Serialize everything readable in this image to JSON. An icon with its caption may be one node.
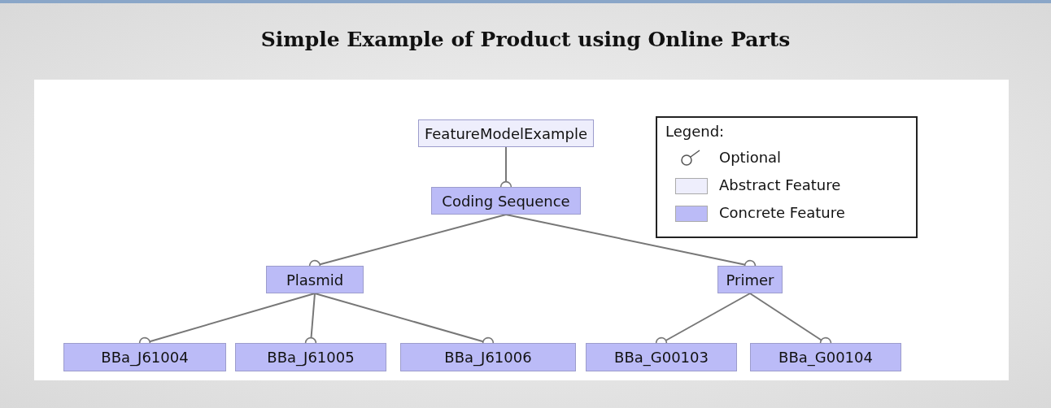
{
  "diagram": {
    "title": "Simple Example of Product using Online Parts",
    "nodes": [
      {
        "text": [
          "FeatureModelExample"
        ]
      },
      {
        "text": [
          "Coding Sequence"
        ]
      },
      {
        "text": [
          "Plasmid"
        ]
      },
      {
        "text": [
          "Primer"
        ]
      },
      {
        "text": [
          "BBa_J61004"
        ]
      },
      {
        "text": [
          "BBa_J61005"
        ]
      },
      {
        "text": [
          "BBa_J61006"
        ]
      },
      {
        "text": [
          "BBa_G00103"
        ]
      },
      {
        "text": [
          "BBa_G00104"
        ]
      }
    ],
    "edges": [
      {
        "from": 0,
        "to": 1,
        "arrow": "other"
      },
      {
        "from": 1,
        "to": 2,
        "arrow": "other"
      },
      {
        "from": 1,
        "to": 3,
        "arrow": "other"
      },
      {
        "from": 2,
        "to": 4,
        "arrow": "other"
      },
      {
        "from": 2,
        "to": 5,
        "arrow": "other"
      },
      {
        "from": 2,
        "to": 6,
        "arrow": "other"
      },
      {
        "from": 3,
        "to": 7,
        "arrow": "other"
      },
      {
        "from": 3,
        "to": 8,
        "arrow": "other"
      }
    ],
    "labels": [
      "Legend:"
    ],
    "legend": [
      {
        "text": "Optional"
      },
      {
        "text": "Abstract Feature",
        "color": "#eeeefc"
      },
      {
        "text": "Concrete Feature",
        "color": "#bbbbf7"
      }
    ]
  }
}
